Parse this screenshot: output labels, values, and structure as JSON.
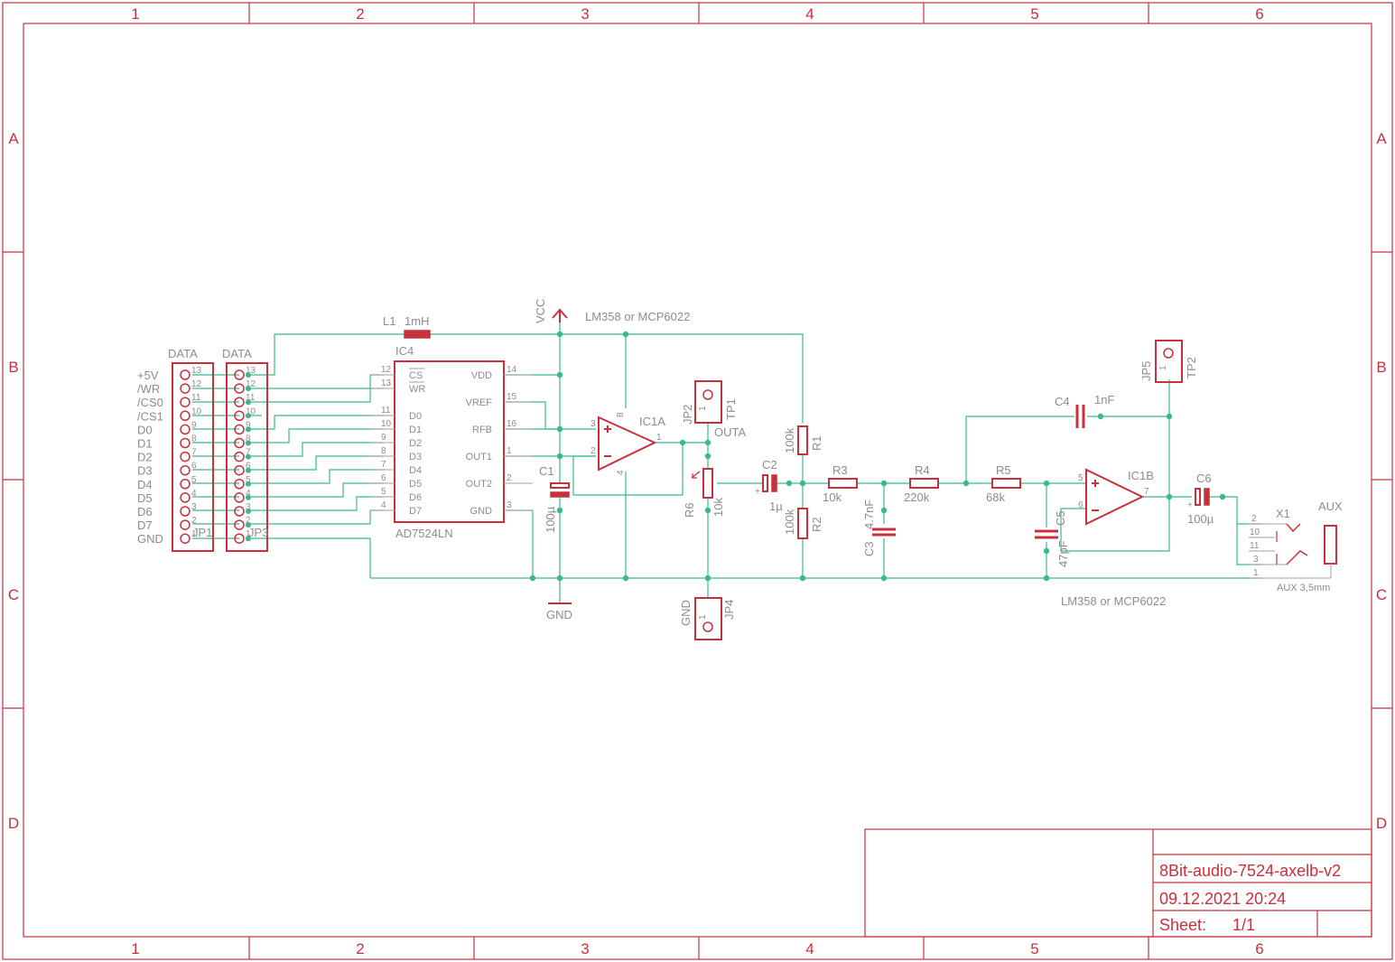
{
  "frame": {
    "columns": [
      "1",
      "2",
      "3",
      "4",
      "5",
      "6"
    ],
    "rows": [
      "A",
      "B",
      "C",
      "D"
    ]
  },
  "title_block": {
    "title": "8Bit-audio-7524-axelb-v2",
    "date": "09.12.2021 20:24",
    "sheet_label": "Sheet:",
    "sheet_value": "1/1"
  },
  "connectors": {
    "jp1": {
      "header": "DATA",
      "name": "JP1",
      "signals": [
        "+5V",
        "/WR",
        "/CS0",
        "/CS1",
        "D0",
        "D1",
        "D2",
        "D3",
        "D4",
        "D5",
        "D6",
        "D7",
        "GND"
      ],
      "pins": [
        "13",
        "12",
        "11",
        "10",
        "9",
        "8",
        "7",
        "6",
        "5",
        "4",
        "3",
        "2",
        "1"
      ]
    },
    "jp3": {
      "header": "DATA",
      "name": "JP3",
      "pins": [
        "13",
        "12",
        "11",
        "10",
        "9",
        "8",
        "7",
        "6",
        "5",
        "4",
        "3",
        "2",
        "1"
      ]
    }
  },
  "ic4": {
    "name": "IC4",
    "part": "AD7524LN",
    "left_pins": [
      {
        "label": "CS",
        "num": "12"
      },
      {
        "label": "WR",
        "num": "13"
      },
      {
        "label": "D0",
        "num": "11"
      },
      {
        "label": "D1",
        "num": "10"
      },
      {
        "label": "D2",
        "num": "9"
      },
      {
        "label": "D3",
        "num": "8"
      },
      {
        "label": "D4",
        "num": "7"
      },
      {
        "label": "D5",
        "num": "6"
      },
      {
        "label": "D6",
        "num": "5"
      },
      {
        "label": "D7",
        "num": "4"
      }
    ],
    "right_pins": [
      {
        "label": "VDD",
        "num": "14"
      },
      {
        "label": "VREF",
        "num": "15"
      },
      {
        "label": "RFB",
        "num": "16"
      },
      {
        "label": "OUT1",
        "num": "1"
      },
      {
        "label": "OUT2",
        "num": "2"
      },
      {
        "label": "GND",
        "num": "3"
      }
    ]
  },
  "components": {
    "l1": {
      "name": "L1",
      "value": "1mH"
    },
    "vcc": {
      "label": "VCC"
    },
    "gnd_symbol": {
      "label": "GND"
    },
    "opamp_note_top": "LM358 or MCP6022",
    "opamp_note_bottom": "LM358 or MCP6022",
    "ic1a": {
      "name": "IC1A",
      "pin_plus": "3",
      "pin_minus": "2",
      "pin_out": "1",
      "pin_vcc": "8",
      "pin_gnd": "4"
    },
    "ic1b": {
      "name": "IC1B",
      "pin_plus": "5",
      "pin_minus": "6",
      "pin_out": "7"
    },
    "c1": {
      "name": "C1",
      "value": "100µ"
    },
    "c2": {
      "name": "C2",
      "value": "1µ"
    },
    "c3": {
      "name": "C3",
      "value": "4.7nF"
    },
    "c4": {
      "name": "C4",
      "value": "1nF"
    },
    "c5": {
      "name": "C5",
      "value": "47pF"
    },
    "c6": {
      "name": "C6",
      "value": "100µ"
    },
    "r1": {
      "name": "R1",
      "value": "100k"
    },
    "r2": {
      "name": "R2",
      "value": "100k"
    },
    "r3": {
      "name": "R3",
      "value": "10k"
    },
    "r4": {
      "name": "R4",
      "value": "220k"
    },
    "r5": {
      "name": "R5",
      "value": "68k"
    },
    "r6": {
      "name": "R6",
      "value": "10k"
    },
    "jp2": {
      "name": "JP2",
      "tp": "TP1",
      "label": "OUTA",
      "pin": "1"
    },
    "jp4": {
      "name": "JP4",
      "label": "GND",
      "pin": "1"
    },
    "jp5": {
      "name": "JP5",
      "tp": "TP2",
      "pin": "1"
    },
    "x1": {
      "name": "X1",
      "pins": [
        "2",
        "10",
        "11",
        "3",
        "1"
      ]
    },
    "aux": {
      "name": "AUX",
      "value": "AUX 3,5mm"
    }
  }
}
